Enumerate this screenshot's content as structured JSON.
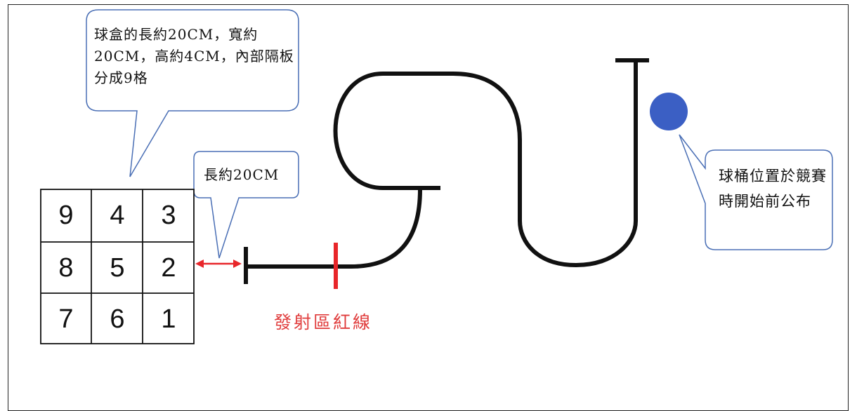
{
  "callouts": {
    "box_description": "球盒的長約20CM，寬約20CM，高約4CM，內部隔板分成9格",
    "distance_label": "長約20CM",
    "bucket_note": "球桶位置於競賽時開始前公布"
  },
  "grid": {
    "rows": [
      [
        "9",
        "4",
        "3"
      ],
      [
        "8",
        "5",
        "2"
      ],
      [
        "7",
        "6",
        "1"
      ]
    ]
  },
  "launch_line_label": "發射區紅線",
  "colors": {
    "track": "#111111",
    "launch_line": "#e8262a",
    "arrow": "#e8262a",
    "ball": "#3b5fc4",
    "callout_border": "#4a6fb5",
    "label_text": "#e03c3c"
  }
}
